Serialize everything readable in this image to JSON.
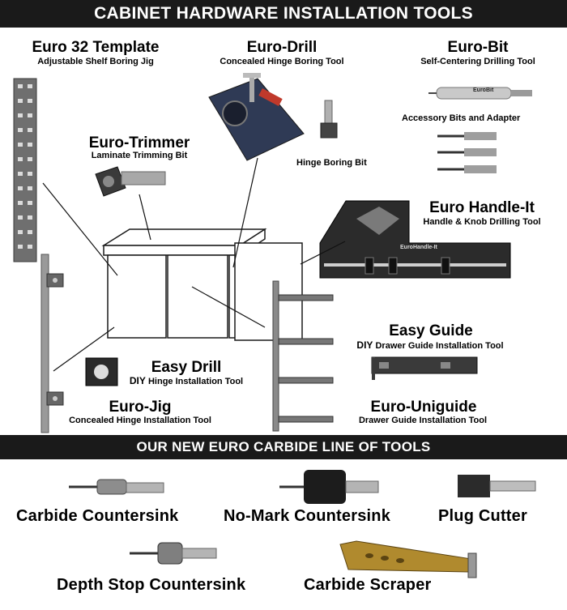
{
  "banners": {
    "top": "CABINET HARDWARE INSTALLATION TOOLS",
    "middle": "OUR NEW EURO CARBIDE LINE OF TOOLS"
  },
  "products": {
    "euro32": {
      "title": "Euro 32 Template",
      "subtitle": "Adjustable Shelf Boring Jig"
    },
    "eurodrill": {
      "title": "Euro-Drill",
      "subtitle": "Concealed Hinge Boring Tool",
      "part_label": "Hinge Boring Bit"
    },
    "eurobit": {
      "title": "Euro-Bit",
      "subtitle": "Self-Centering Drilling Tool",
      "accessory_label": "Accessory Bits and Adapter",
      "brand_mark": "EuroBit"
    },
    "eurotrimmer": {
      "title": "Euro-Trimmer",
      "subtitle": "Laminate Trimming Bit"
    },
    "handleit": {
      "title": "Euro Handle-It",
      "subtitle": "Handle & Knob Drilling Tool",
      "brand_mark": "EuroHandle-It"
    },
    "easyguide": {
      "title": "Easy Guide",
      "prefix": "DIY",
      "subtitle": "Drawer Guide Installation Tool"
    },
    "easydrill": {
      "title": "Easy Drill",
      "prefix": "DIY",
      "subtitle": "Hinge Installation Tool"
    },
    "eurojig": {
      "title": "Euro-Jig",
      "subtitle": "Concealed Hinge Installation Tool"
    },
    "uniguide": {
      "title": "Euro-Uniguide",
      "subtitle": "Drawer Guide Installation Tool"
    }
  },
  "carbide_line": [
    {
      "name": "Carbide Countersink"
    },
    {
      "name": "No-Mark Countersink"
    },
    {
      "name": "Plug Cutter"
    },
    {
      "name": "Depth Stop Countersink"
    },
    {
      "name": "Carbide Scraper"
    }
  ]
}
